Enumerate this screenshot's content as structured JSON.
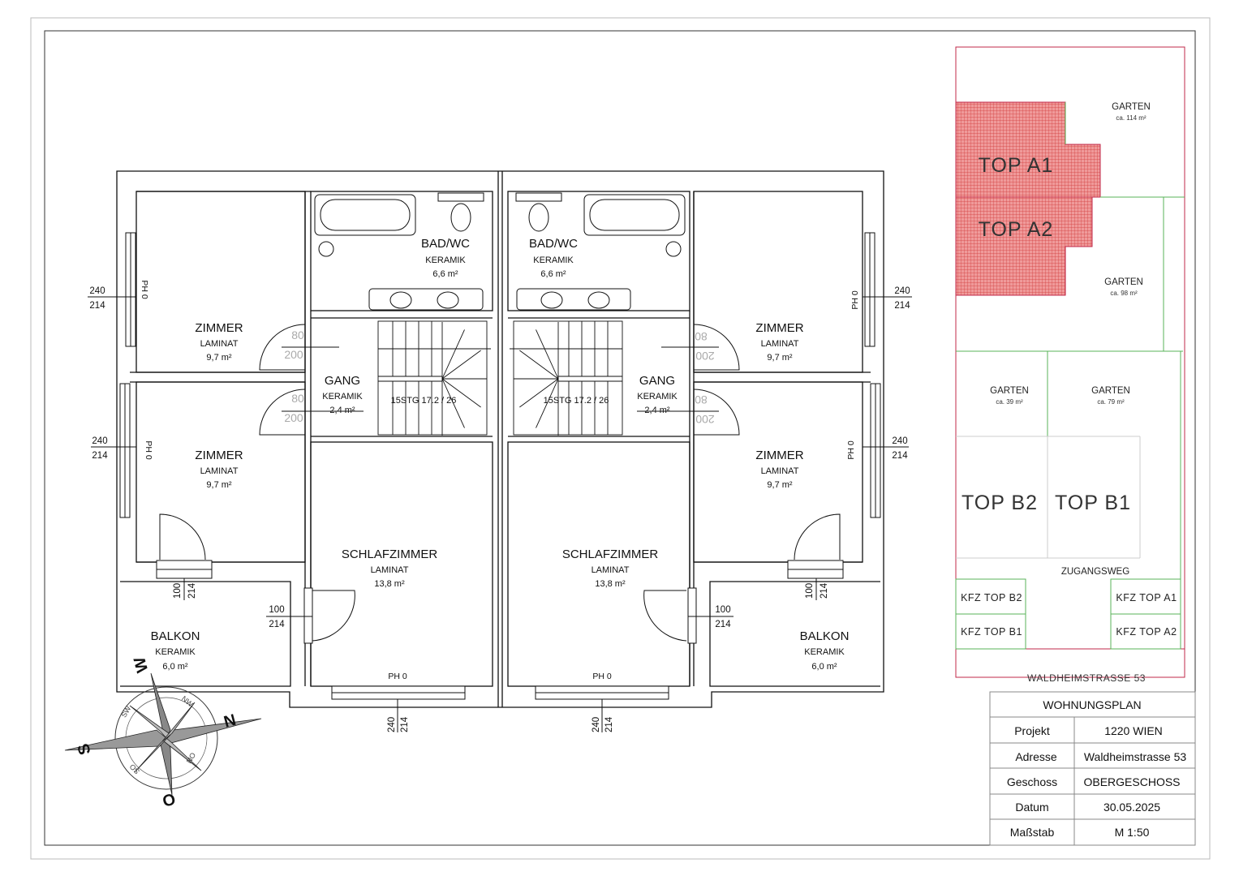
{
  "plan": {
    "left": {
      "room_zimmer_1": {
        "name": "ZIMMER",
        "floor": "LAMINAT",
        "area": "9,7 m²"
      },
      "room_zimmer_2": {
        "name": "ZIMMER",
        "floor": "LAMINAT",
        "area": "9,7 m²"
      },
      "room_bad": {
        "name": "BAD/WC",
        "floor": "KERAMIK",
        "area": "6,6 m²"
      },
      "room_gang": {
        "name": "GANG",
        "floor": "KERAMIK",
        "area": "2,4 m²"
      },
      "room_schlaf": {
        "name": "SCHLAFZIMMER",
        "floor": "LAMINAT",
        "area": "13,8 m²"
      },
      "room_balkon": {
        "name": "BALKON",
        "floor": "KERAMIK",
        "area": "6,0 m²"
      },
      "stairs": "15STG 17.2 / 26",
      "dims": {
        "win1_w": "240",
        "win1_h": "214",
        "win2_w": "240",
        "win2_h": "214",
        "door_w": "100",
        "door_h": "214",
        "door2_w": "100",
        "door2_h": "214",
        "bottom_w": "240",
        "bottom_h": "214",
        "door_a_w": "80",
        "door_a_h": "200",
        "door_b_w": "80",
        "door_b_h": "200"
      },
      "ph_1": "PH 0",
      "ph_2": "PH 0",
      "ph_bottom": "PH 0"
    },
    "right": {
      "room_zimmer_1": {
        "name": "ZIMMER",
        "floor": "LAMINAT",
        "area": "9,7 m²"
      },
      "room_zimmer_2": {
        "name": "ZIMMER",
        "floor": "LAMINAT",
        "area": "9,7 m²"
      },
      "room_bad": {
        "name": "BAD/WC",
        "floor": "KERAMIK",
        "area": "6,6 m²"
      },
      "room_gang": {
        "name": "GANG",
        "floor": "KERAMIK",
        "area": "2,4 m²"
      },
      "room_schlaf": {
        "name": "SCHLAFZIMMER",
        "floor": "LAMINAT",
        "area": "13,8 m²"
      },
      "room_balkon": {
        "name": "BALKON",
        "floor": "KERAMIK",
        "area": "6,0 m²"
      },
      "stairs": "15STG 17.2 / 26",
      "dims": {
        "win1_w": "240",
        "win1_h": "214",
        "win2_w": "240",
        "win2_h": "214",
        "door_w": "100",
        "door_h": "214",
        "door2_w": "100",
        "door2_h": "214",
        "bottom_w": "240",
        "bottom_h": "214",
        "door_a_w": "80",
        "door_a_h": "200",
        "door_b_w": "80",
        "door_b_h": "200"
      },
      "ph_1": "PH 0",
      "ph_2": "PH 0",
      "ph_bottom": "PH 0"
    }
  },
  "compass": {
    "n": "N",
    "s": "S",
    "o": "O",
    "w": "W",
    "nw": "NW",
    "sw": "SW",
    "so": "SO",
    "no": "NO"
  },
  "site": {
    "garten_1": {
      "label": "GARTEN",
      "area": "ca. 114 m²"
    },
    "garten_2": {
      "label": "GARTEN",
      "area": "ca. 98 m²"
    },
    "garten_3": {
      "label": "GARTEN",
      "area": "ca. 39 m²"
    },
    "garten_4": {
      "label": "GARTEN",
      "area": "ca. 79 m²"
    },
    "top_a1": "TOP  A1",
    "top_a2": "TOP  A2",
    "top_b2": "TOP  B2",
    "top_b1": "TOP  B1",
    "zugangsweg": "ZUGANGSWEG",
    "kfz_b2": "KFZ  TOP  B2",
    "kfz_b1": "KFZ  TOP  B1",
    "kfz_a1": "KFZ  TOP  A1",
    "kfz_a2": "KFZ  TOP  A2",
    "street": "WALDHEIMSTRASSE 53",
    "colors": {
      "highlight": "#e05a5a",
      "garden_line": "#5ab35a",
      "plot_line": "#c0284a"
    }
  },
  "titleblock": {
    "title": "WOHNUNGSPLAN",
    "rows": [
      {
        "label": "Projekt",
        "value": "1220 WIEN"
      },
      {
        "label": "Adresse",
        "value": "Waldheimstrasse 53"
      },
      {
        "label": "Geschoss",
        "value": "OBERGESCHOSS"
      },
      {
        "label": "Datum",
        "value": "30.05.2025"
      },
      {
        "label": "Maßstab",
        "value": "M 1:50"
      }
    ]
  }
}
